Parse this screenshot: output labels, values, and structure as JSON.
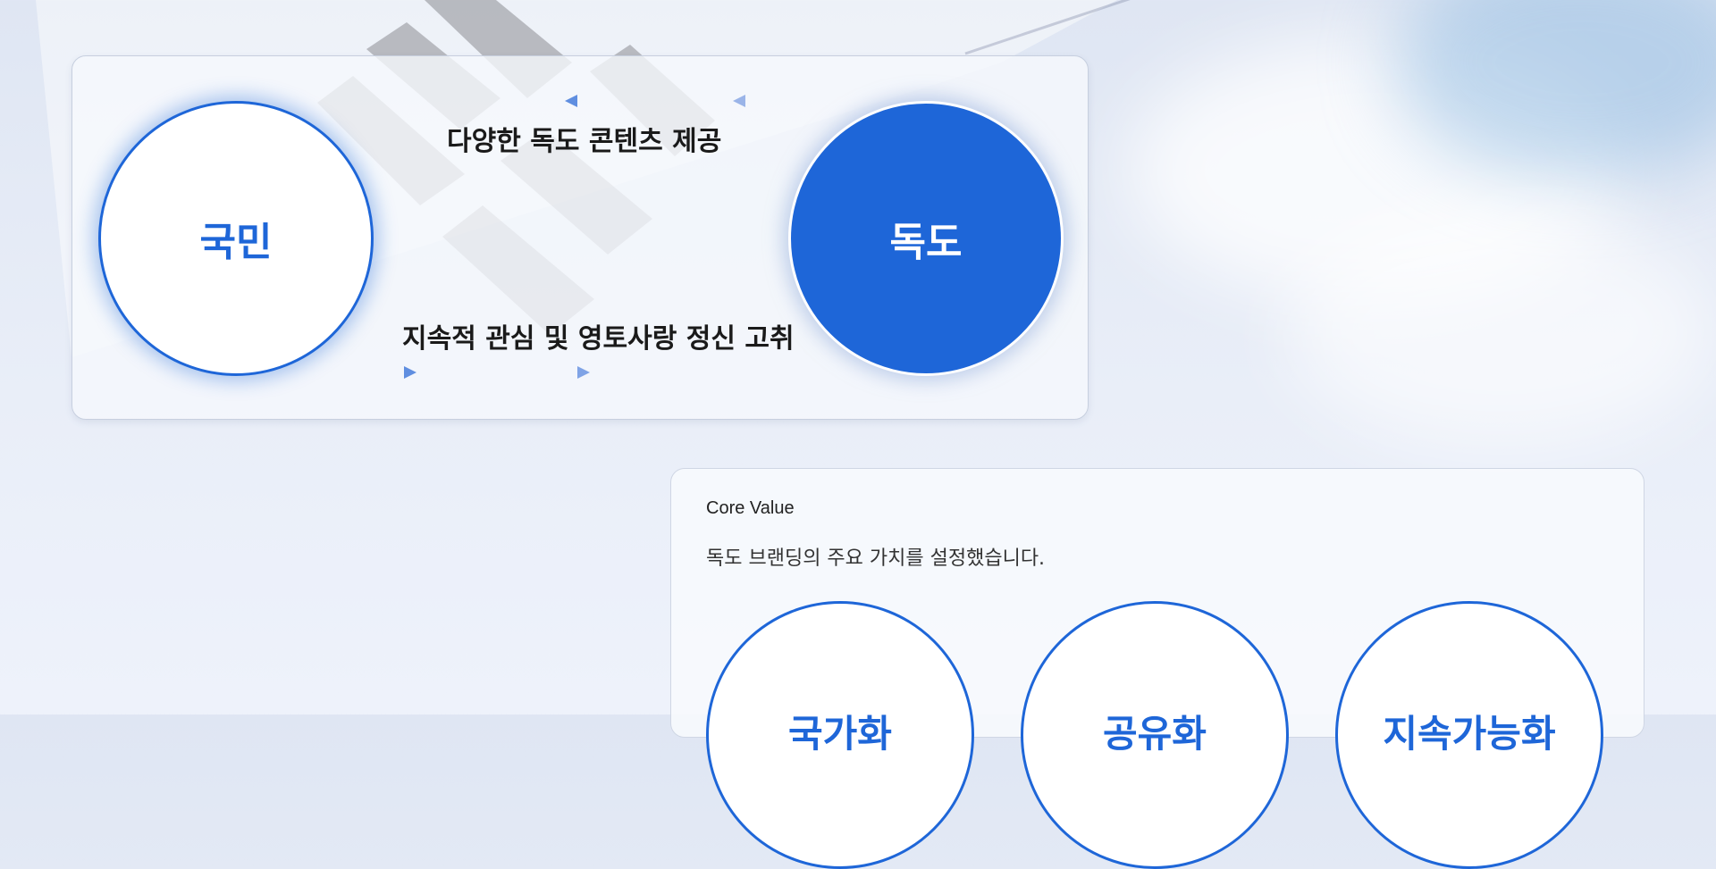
{
  "flow": {
    "people_label": "국민",
    "dokdo_label": "독도",
    "top_message": "다양한 독도 콘텐츠 제공",
    "bottom_message": "지속적 관심 및 영토사랑 정신 고취"
  },
  "core_value": {
    "eyebrow": "Core Value",
    "description": "독도 브랜딩의 주요 가치를 설정했습니다.",
    "values": [
      "국가화",
      "공유화",
      "지속가능화"
    ]
  },
  "colors": {
    "accent": "#1e66d8",
    "text_dark": "#1a1a1a",
    "panel_bg": "#f6f8fd"
  }
}
